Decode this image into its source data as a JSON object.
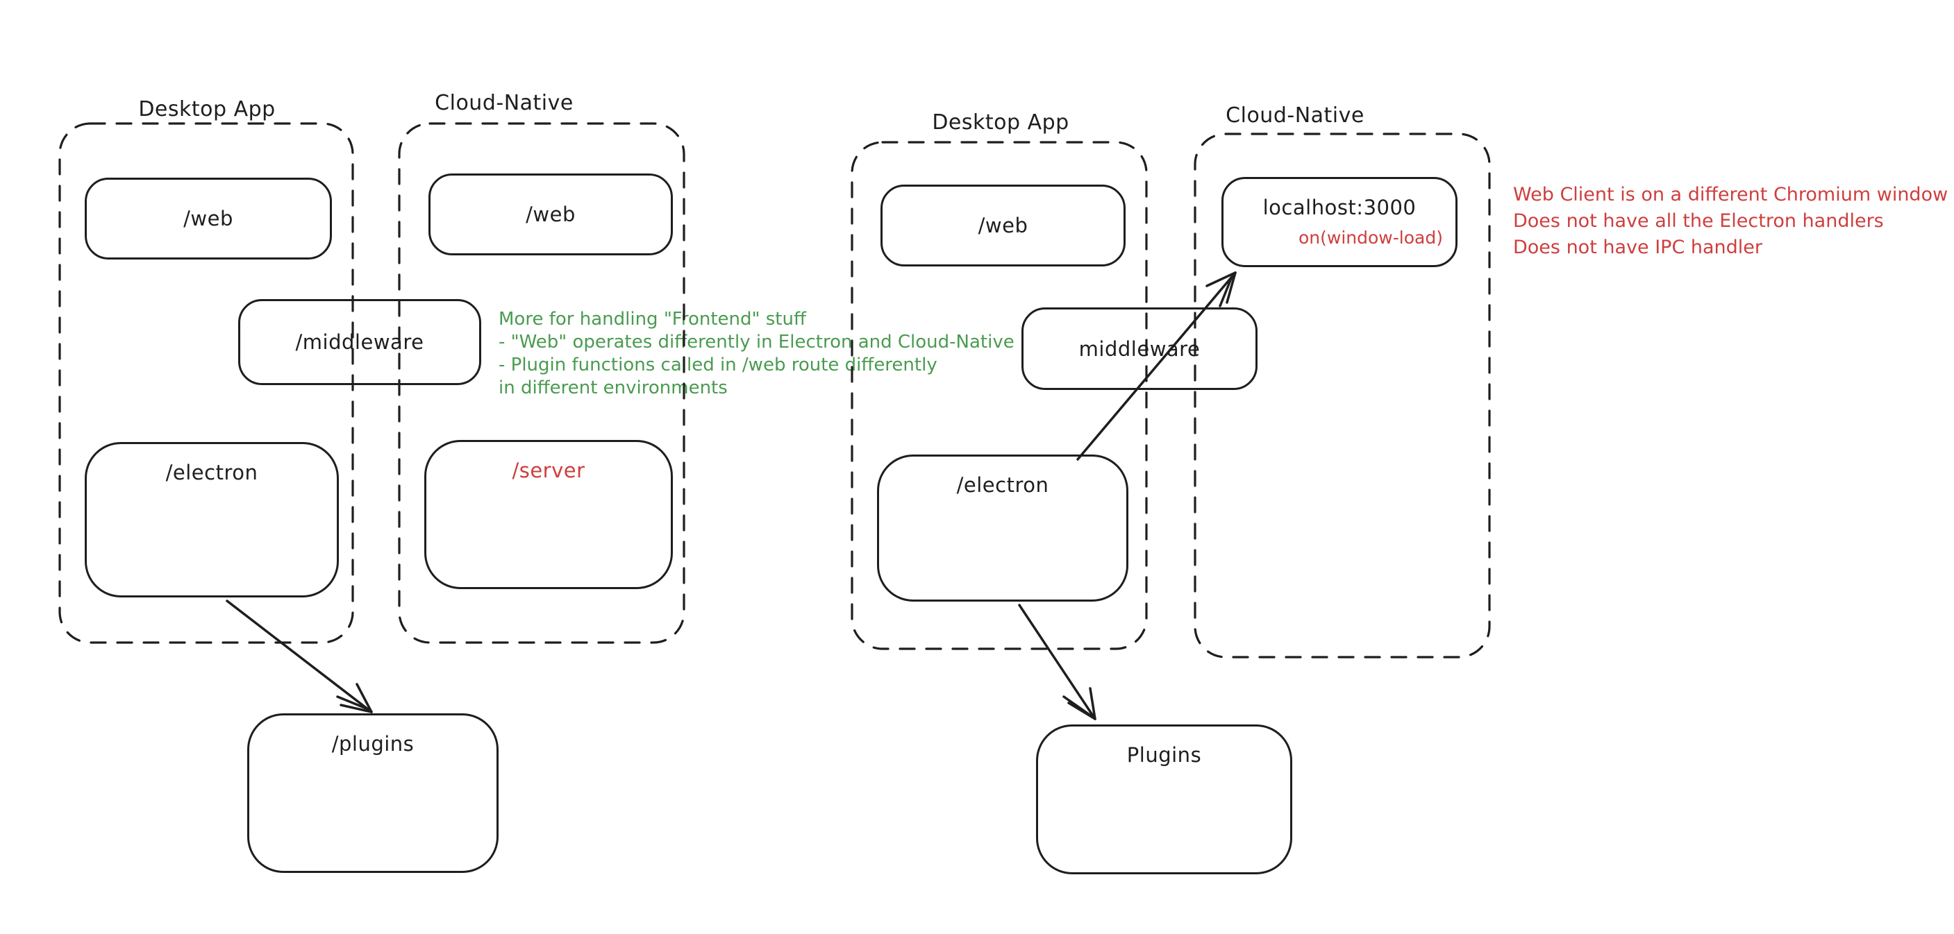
{
  "colors": {
    "background": "#ffffff",
    "stroke": "#1e1e1e",
    "green": "#4a9b50",
    "red": "#cf3e3e"
  },
  "left": {
    "desktop": {
      "title": "Desktop App",
      "web_label": "/web",
      "electron_label": "/electron"
    },
    "cloud": {
      "title": "Cloud-Native",
      "web_label": "/web",
      "server_label": "/server"
    },
    "middleware_label": "/middleware",
    "plugins_label": "/plugins",
    "green_note": {
      "lines": [
        "More for handling \"Frontend\" stuff",
        "- \"Web\" operates differently in Electron and Cloud-Native",
        "- Plugin functions called in /web route differently",
        "in different environments"
      ]
    }
  },
  "right": {
    "desktop": {
      "title": "Desktop App",
      "web_label": "/web",
      "electron_label": "/electron"
    },
    "cloud": {
      "title": "Cloud-Native"
    },
    "localhost": {
      "title": "localhost:3000",
      "event_label": "on(window-load)"
    },
    "middleware_label": "middleware",
    "plugins_label": "Plugins",
    "red_note": {
      "lines": [
        "Web Client is on a different Chromium window",
        "Does not have all the Electron handlers",
        "Does not have IPC handler"
      ]
    }
  }
}
